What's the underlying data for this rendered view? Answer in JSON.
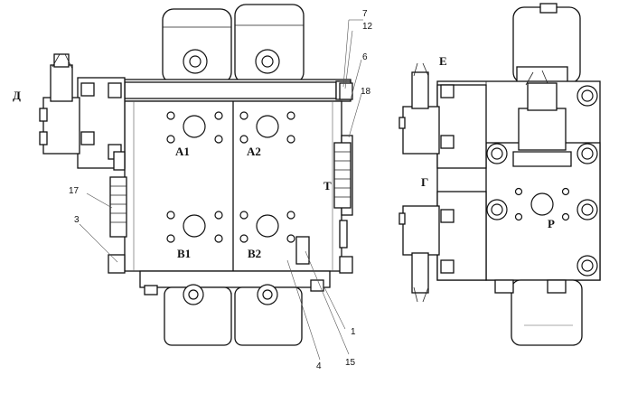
{
  "labels": {
    "port_a1": "А1",
    "port_a2": "А2",
    "port_b1": "В1",
    "port_b2": "В2",
    "port_t": "Т",
    "port_p": "Р",
    "mark_d": "Д",
    "mark_e": "Е",
    "mark_g": "Г"
  },
  "callouts": {
    "n7": "7",
    "n12": "12",
    "n6": "6",
    "n18": "18",
    "n17": "17",
    "n3": "3",
    "n1": "1",
    "n4": "4",
    "n15": "15"
  }
}
